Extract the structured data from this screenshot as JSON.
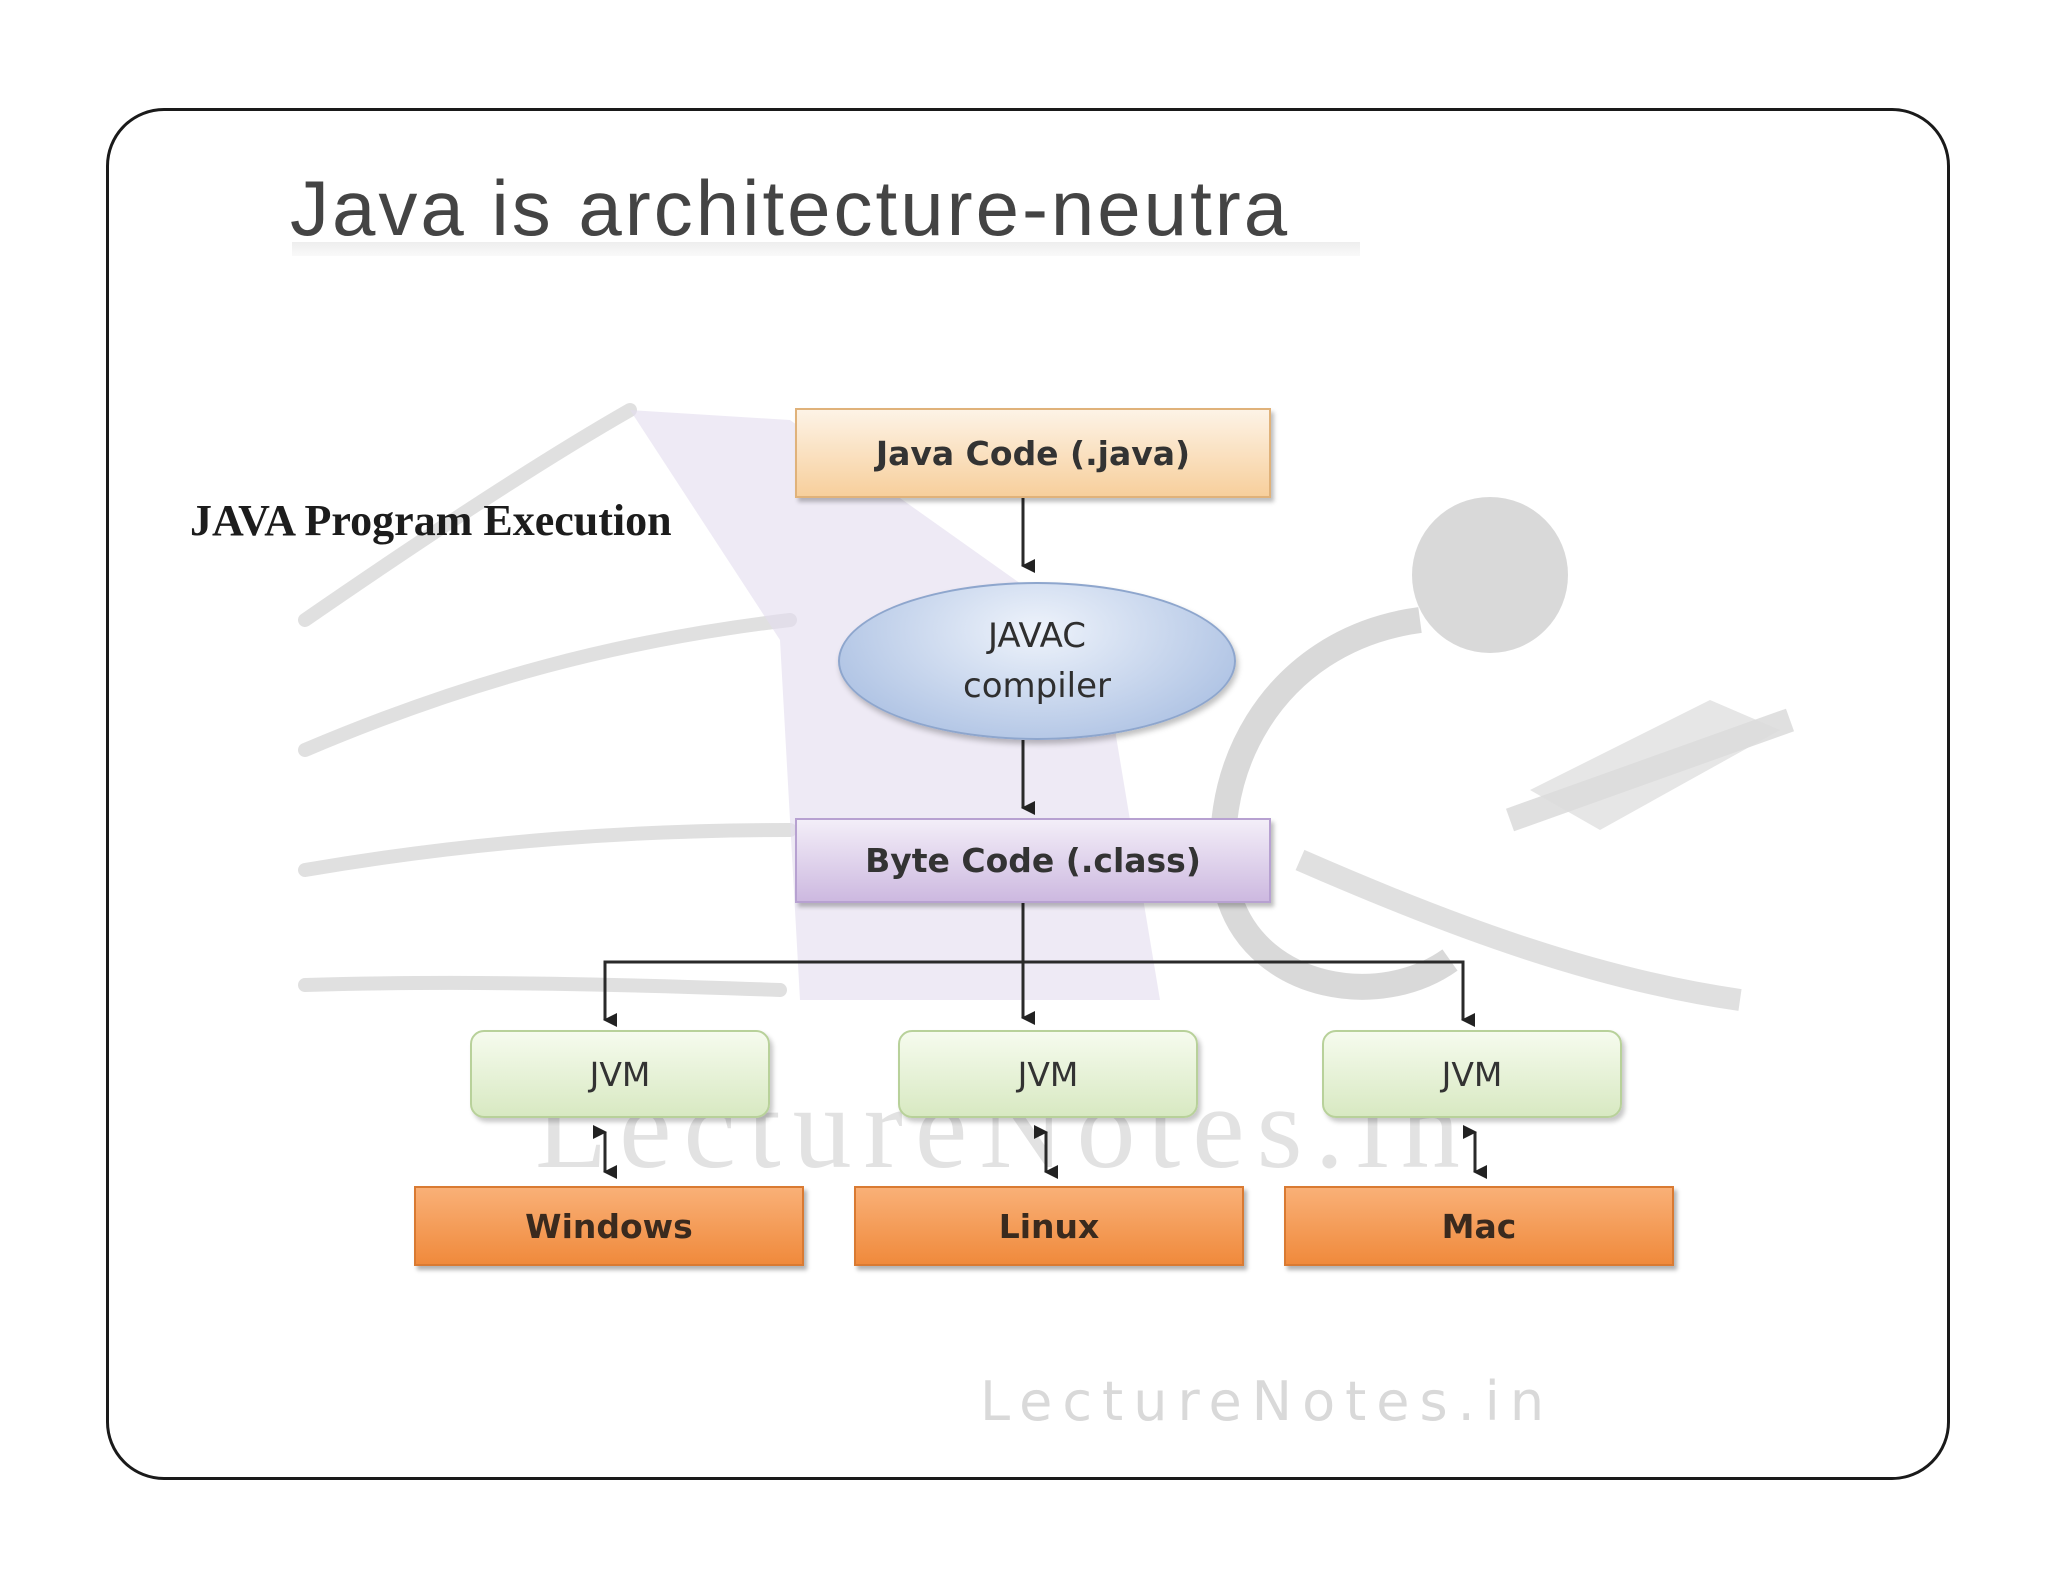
{
  "slide": {
    "title": "Java is architecture-neutra"
  },
  "diagram": {
    "heading": "JAVA Program Execution",
    "source_node": "Java Code (.java)",
    "compiler_node": {
      "line1": "JAVAC",
      "line2": "compiler"
    },
    "bytecode_node": "Byte Code (.class)",
    "vm_nodes": [
      "JVM",
      "JVM",
      "JVM"
    ],
    "platform_nodes": [
      "Windows",
      "Linux",
      "Mac"
    ]
  },
  "watermark": {
    "center_text": "LectureNotes.in",
    "footer_text": "LectureNotes.in"
  },
  "colors": {
    "source_fill": "#f7cf9c",
    "compiler_fill": "#9fb7de",
    "bytecode_fill": "#cdb9e0",
    "vm_fill": "#d8e9c2",
    "platform_fill": "#f08a3c"
  }
}
